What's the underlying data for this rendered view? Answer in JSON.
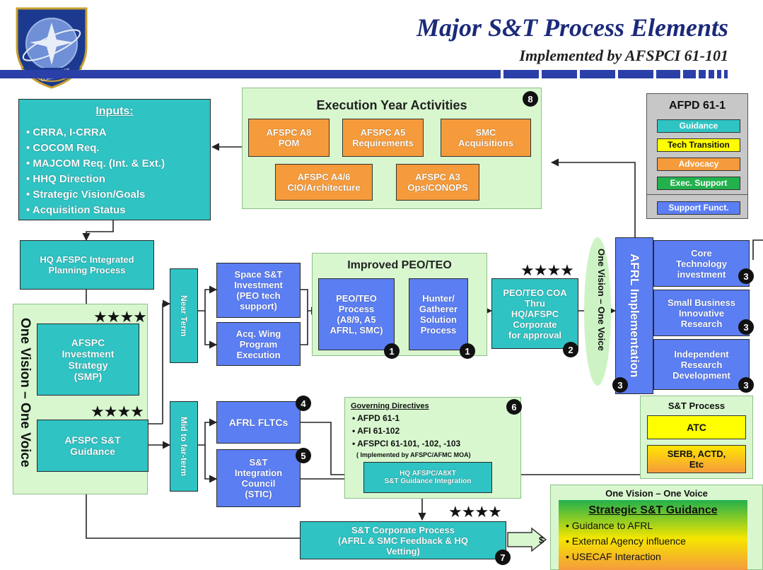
{
  "header": {
    "title": "Major S&T Process Elements",
    "subtitle": "Implemented by AFSPCI 61-101",
    "logo_text": "AIR FORCE SPACE COMMAND"
  },
  "inputs": {
    "heading": "Inputs:",
    "items": [
      "• CRRA, I-CRRA",
      "• COCOM Req.",
      "• MAJCOM Req. (Int. & Ext.)",
      "• HHQ Direction",
      "• Strategic Vision/Goals",
      "• Acquisition Status"
    ]
  },
  "execution": {
    "heading": "Execution Year Activities",
    "badge": "8",
    "boxes": {
      "a8": "AFSPC A8\nPOM",
      "a5": "AFSPC A5\nRequirements",
      "smc": "SMC\nAcquisitions",
      "a46": "AFSPC A4/6\nCIO/Architecture",
      "a3": "AFSPC A3\nOps/CONOPS"
    }
  },
  "legend": {
    "heading": "AFPD 61-1",
    "guidance": "Guidance",
    "tech_transition": "Tech Transition",
    "advocacy": "Advocacy",
    "exec_support": "Exec. Support",
    "support_funct": "Support Funct.",
    "colors": {
      "guidance": "#2fc3c3",
      "tech": "#ffff00",
      "advocacy": "#f59b3c",
      "exec": "#22b14c",
      "support": "#5b7ef3"
    }
  },
  "left": {
    "hq_planning": "HQ AFSPC Integrated\nPlanning Process",
    "one_vision": "One Vision – One Voice",
    "investment": "AFSPC\nInvestment\nStrategy\n(SMP)",
    "guidance": "AFSPC S&T\nGuidance",
    "stars": "★★★★"
  },
  "near_term": {
    "label": "Near Term",
    "space_st": "Space S&T\nInvestment\n(PEO tech\nsupport)",
    "acq_wing": "Acq. Wing\nProgram\nExecution"
  },
  "peo": {
    "heading": "Improved PEO/TEO",
    "process": "PEO/TEO\nProcess\n(A8/9, A5\nAFRL, SMC)",
    "hunter": "Hunter/\nGatherer\nSolution\nProcess",
    "badge1": "1",
    "coa": "PEO/TEO COA\nThru\nHQ/AFSPC\nCorporate\nfor approval",
    "badge2": "2"
  },
  "afrl": {
    "one_vision_vertical": "One Vision – One Voice",
    "implementation": "AFRL Implementation",
    "badge3": "3",
    "core": "Core\nTechnology\ninvestment",
    "sbir": "Small Business\nInnovative\nResearch",
    "ird": "Independent\nResearch\nDevelopment"
  },
  "mid": {
    "label": "Mid to far-term",
    "fltcs": "AFRL FLTCs",
    "badge4": "4",
    "stic": "S&T\nIntegration\nCouncil\n(STIC)",
    "badge5": "5"
  },
  "governing": {
    "heading": "Governing Directives",
    "badge": "6",
    "items": [
      "• AFPD 61-1",
      "• AFI 61-102",
      "• AFSPCI 61-101, -102, -103"
    ],
    "note": "( Implemented by AFSPC/AFMC MOA)",
    "integration": "HQ AFSPC/A8XT\nS&T Guidance Integration"
  },
  "st_process": {
    "heading": "S&T Process",
    "atc": "ATC",
    "serb": "SERB, ACTD,\nEtc"
  },
  "corporate": {
    "text": "S&T Corporate Process\n(AFRL & SMC Feedback &  HQ\nVetting)",
    "badge": "7",
    "dollar": "$"
  },
  "strategic": {
    "top": "One Vision – One Voice",
    "heading": "Strategic S&T Guidance",
    "items": [
      "• Guidance to AFRL",
      "• External Agency influence",
      "• USECAF Interaction"
    ]
  }
}
